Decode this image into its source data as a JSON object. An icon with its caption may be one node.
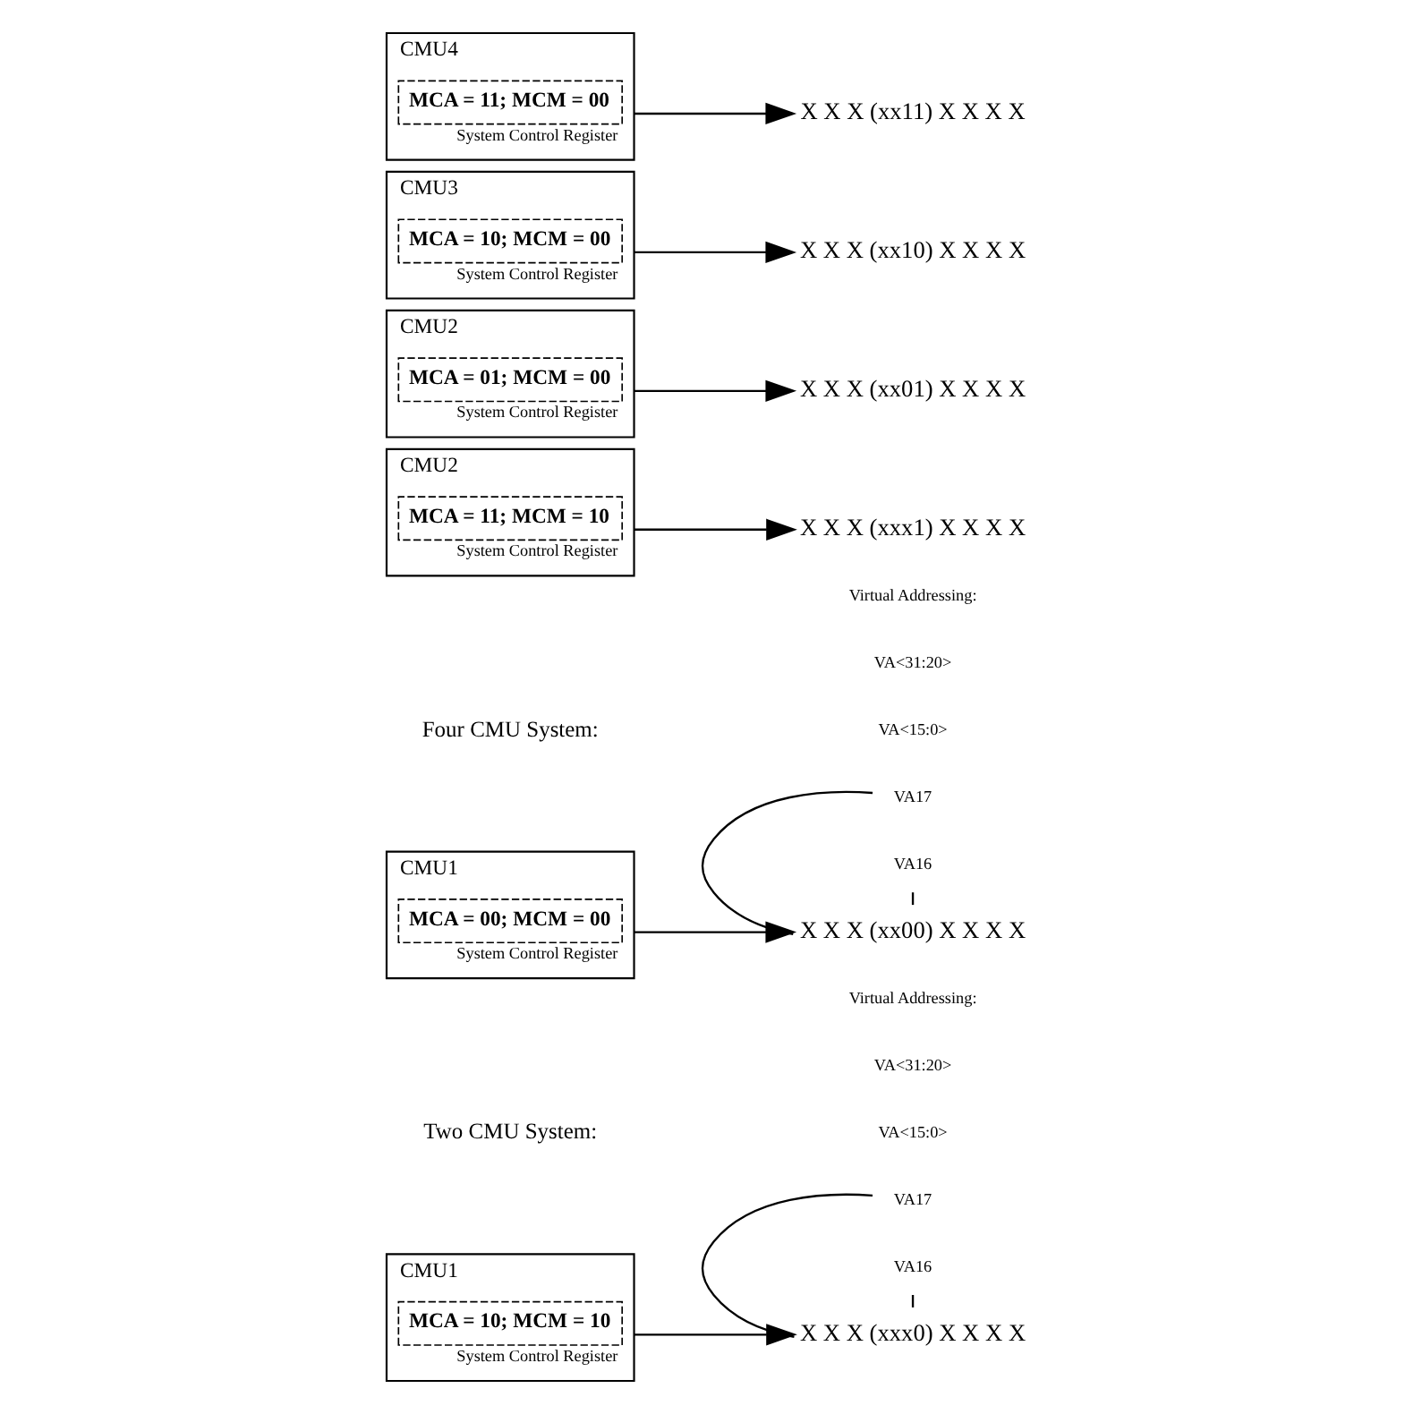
{
  "diagram": {
    "nodes": [
      {
        "text": [
          "CMU1"
        ]
      },
      {
        "text": [
          "MCA = 10; MCM = 10"
        ],
        "in": 0,
        "beside": [
          "System Control Register"
        ]
      },
      {
        "text": [
          "X X X (xxx0) X X X X"
        ]
      },
      {
        "text": [
          "VA17"
        ]
      },
      {
        "text": [
          "VA16"
        ]
      },
      {
        "text": [
          "CMU2"
        ]
      },
      {
        "text": [
          "MCA = 11; MCM = 10"
        ],
        "in": 5,
        "beside": [
          "System Control Register"
        ]
      },
      {
        "text": [
          "X X X (xxx1) X X X X"
        ]
      },
      {
        "text": [
          "CMU1"
        ]
      },
      {
        "text": [
          "MCA = 00; MCM = 00"
        ],
        "in": 8,
        "beside": [
          "System Control Register"
        ]
      },
      {
        "text": [
          "X X X (xx00) X X X X"
        ]
      },
      {
        "text": [
          "VA17"
        ]
      },
      {
        "text": [
          "VA16"
        ]
      },
      {
        "text": [
          "CMU2"
        ]
      },
      {
        "text": [
          "MCA = 01; MCM = 00"
        ],
        "in": 13,
        "beside": [
          "System Control Register"
        ]
      },
      {
        "text": [
          "X X X (xx01) X X X X"
        ]
      },
      {
        "text": [
          "CMU3"
        ]
      },
      {
        "text": [
          "MCA = 10; MCM = 00"
        ],
        "in": 16,
        "beside": [
          "System Control Register"
        ]
      },
      {
        "text": [
          "X X X (xx10) X X X X"
        ]
      },
      {
        "text": [
          "CMU4"
        ]
      },
      {
        "text": [
          "MCA = 11; MCM = 00"
        ],
        "in": 19,
        "beside": [
          "System Control Register"
        ]
      },
      {
        "text": [
          "X X X (xx11) X X X X"
        ]
      }
    ],
    "edges": [
      {
        "from": 0,
        "to": 2,
        "arrow": "to"
      },
      {
        "from": 3,
        "to": 2,
        "arrow": "none"
      },
      {
        "from": 4,
        "to": 2,
        "arrow": "none"
      },
      {
        "from": 5,
        "to": 7,
        "arrow": "to"
      },
      {
        "from": 8,
        "to": 10,
        "arrow": "to"
      },
      {
        "from": 11,
        "to": 10,
        "arrow": "none"
      },
      {
        "from": 12,
        "to": 10,
        "arrow": "none"
      },
      {
        "from": 13,
        "to": 15,
        "arrow": "to"
      },
      {
        "from": 16,
        "to": 18,
        "arrow": "to"
      },
      {
        "from": 19,
        "to": 21,
        "arrow": "to"
      }
    ],
    "labels": [
      "Two CMU System:",
      "Virtual Addressing:",
      "VA<31:20>",
      "VA<15:0>",
      "Four CMU System:",
      "Virtual Addressing:",
      "VA<31:20>",
      "VA<15:0>"
    ]
  }
}
